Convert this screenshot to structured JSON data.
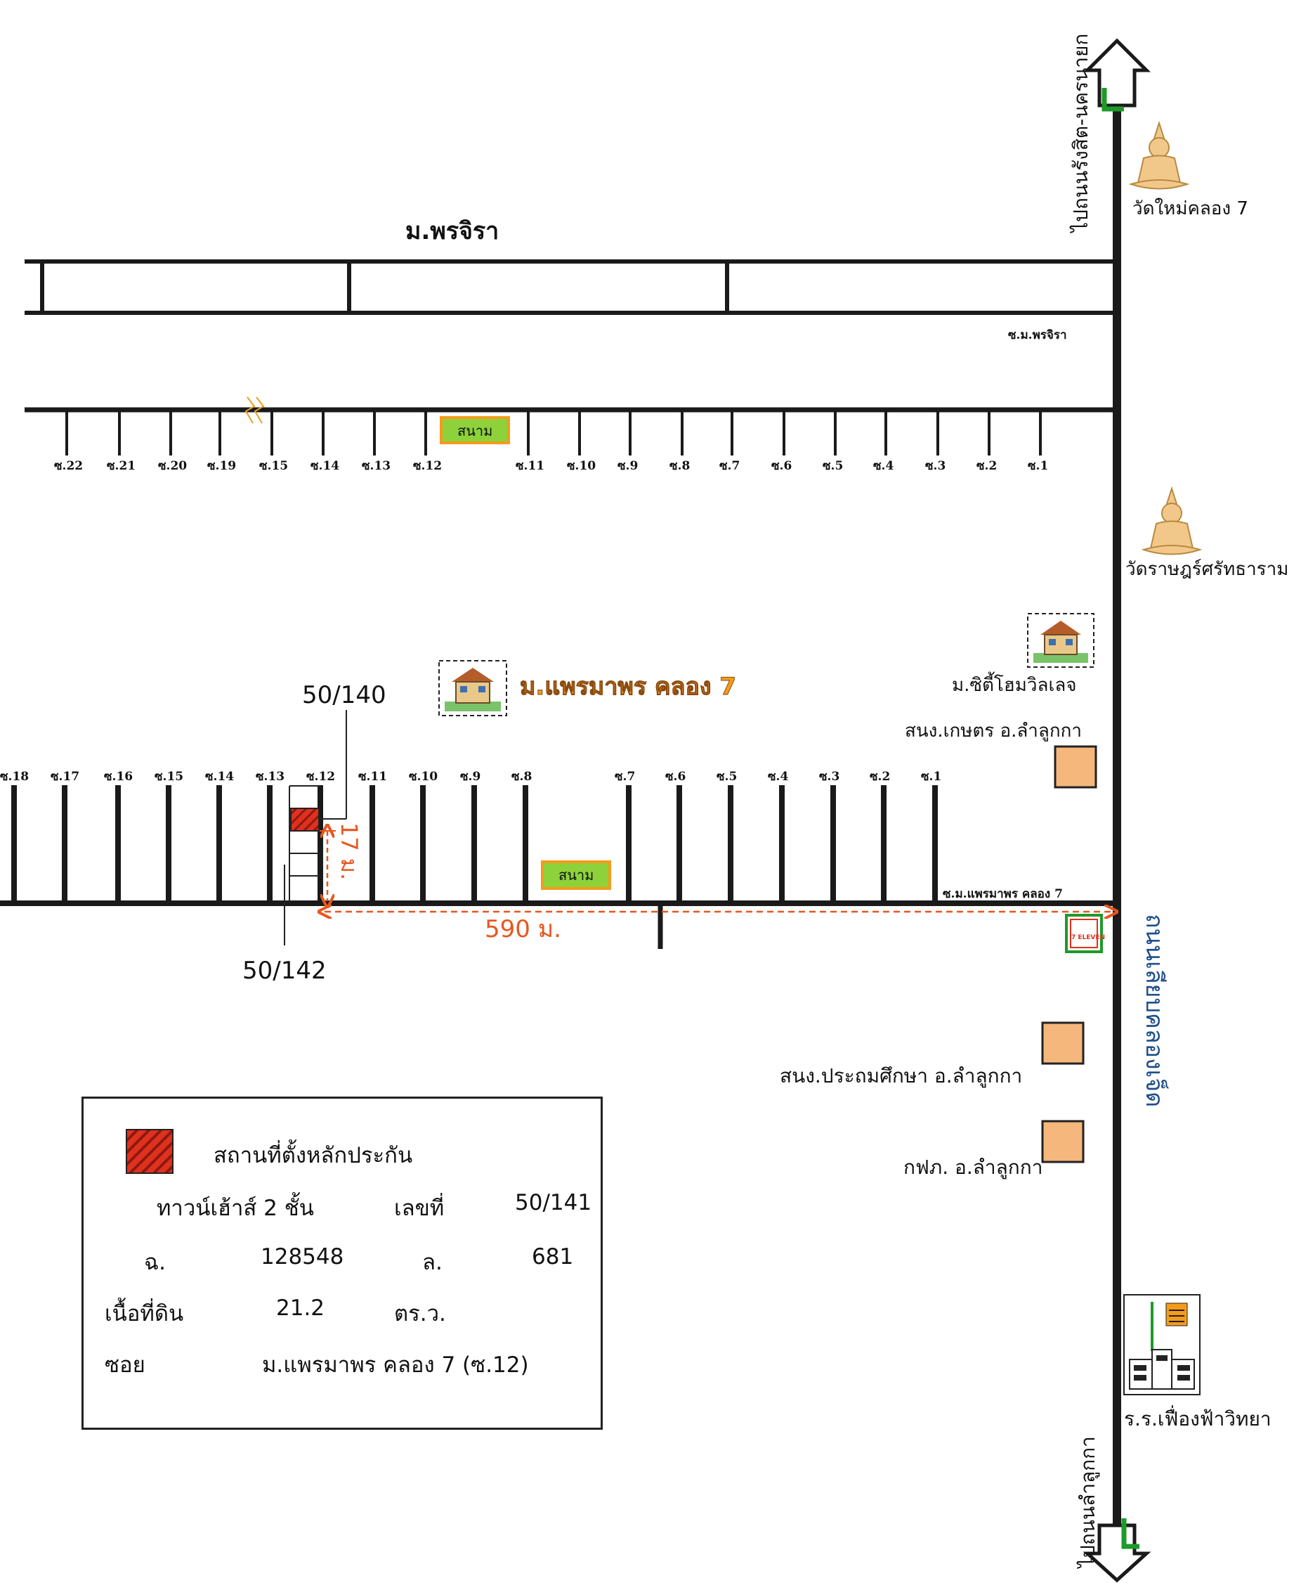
{
  "roads": {
    "main_road_upper_direction": "ไปถนนรังสิต-นครนายก",
    "main_road_lower_direction": "ไปถนนลำลูกกา",
    "main_road_name": "ถนนเลียบคลองเจ็ด"
  },
  "village_north": {
    "name": "ม.พรจิรา",
    "soi_name": "ซ.ม.พรจิรา",
    "sois": [
      "ซ.22",
      "ซ.21",
      "ซ.20",
      "ซ.19",
      "ซ.15",
      "ซ.14",
      "ซ.13",
      "ซ.12",
      "ซ.11",
      "ซ.10",
      "ซ.9",
      "ซ.8",
      "ซ.7",
      "ซ.6",
      "ซ.5",
      "ซ.4",
      "ซ.3",
      "ซ.2",
      "ซ.1"
    ],
    "field_label": "สนาม"
  },
  "village_south": {
    "name": "ม.แพรมาพร คลอง 7",
    "soi_name": "ซ.ม.แพรมาพร คลอง 7",
    "sois": [
      "ซ.18",
      "ซ.17",
      "ซ.16",
      "ซ.15",
      "ซ.14",
      "ซ.13",
      "ซ.12",
      "ซ.11",
      "ซ.10",
      "ซ.9",
      "ซ.8",
      "ซ.7",
      "ซ.6",
      "ซ.5",
      "ซ.4",
      "ซ.3",
      "ซ.2",
      "ซ.1"
    ],
    "field_label": "สนาม"
  },
  "landmarks": {
    "temple_1": "วัดใหม่คลอง 7",
    "temple_2": "วัดราษฎร์ศรัทธาราม",
    "village_city_home": "ม.ซิตี้โฮมวิลเลจ",
    "agri_office": "สนง.เกษตร อ.ลำลูกกา",
    "edu_office": "สนง.ประถมศึกษา อ.ลำลูกกา",
    "electric_office": "กฟภ. อ.ลำลูกกา",
    "school": "ร.ร.เฟื่องฟ้าวิทยา",
    "seven_eleven_logo_text": "7 ELEVEN"
  },
  "plot": {
    "house_north": "50/140",
    "house_south": "50/142",
    "distance_depth": "17 ม.",
    "distance_to_road": "590 ม."
  },
  "legend": {
    "title": "สถานที่ตั้งหลักประกัน",
    "type": "ทาวน์เฮ้าส์ 2 ชั้น",
    "number_label": "เลขที่",
    "number": "50/141",
    "deed_label": "ฉ.",
    "deed": "128548",
    "land_label": "ล.",
    "land": "681",
    "area_label": "เนื้อที่ดิน",
    "area": "21.2",
    "area_unit": "ตร.ว.",
    "soi_label": "ซอย",
    "soi": "ม.แพรมาพร คลอง 7 (ซ.12)"
  },
  "colors": {
    "road": "#1a1a1a",
    "plot_red": "#e0301e",
    "dimension_orange": "#e8561f",
    "office_fill": "#f6b77c",
    "field_green": "#8dd23a",
    "village_name_orange": "#f59b1c",
    "main_road_text_blue": "#1f4f8a"
  }
}
